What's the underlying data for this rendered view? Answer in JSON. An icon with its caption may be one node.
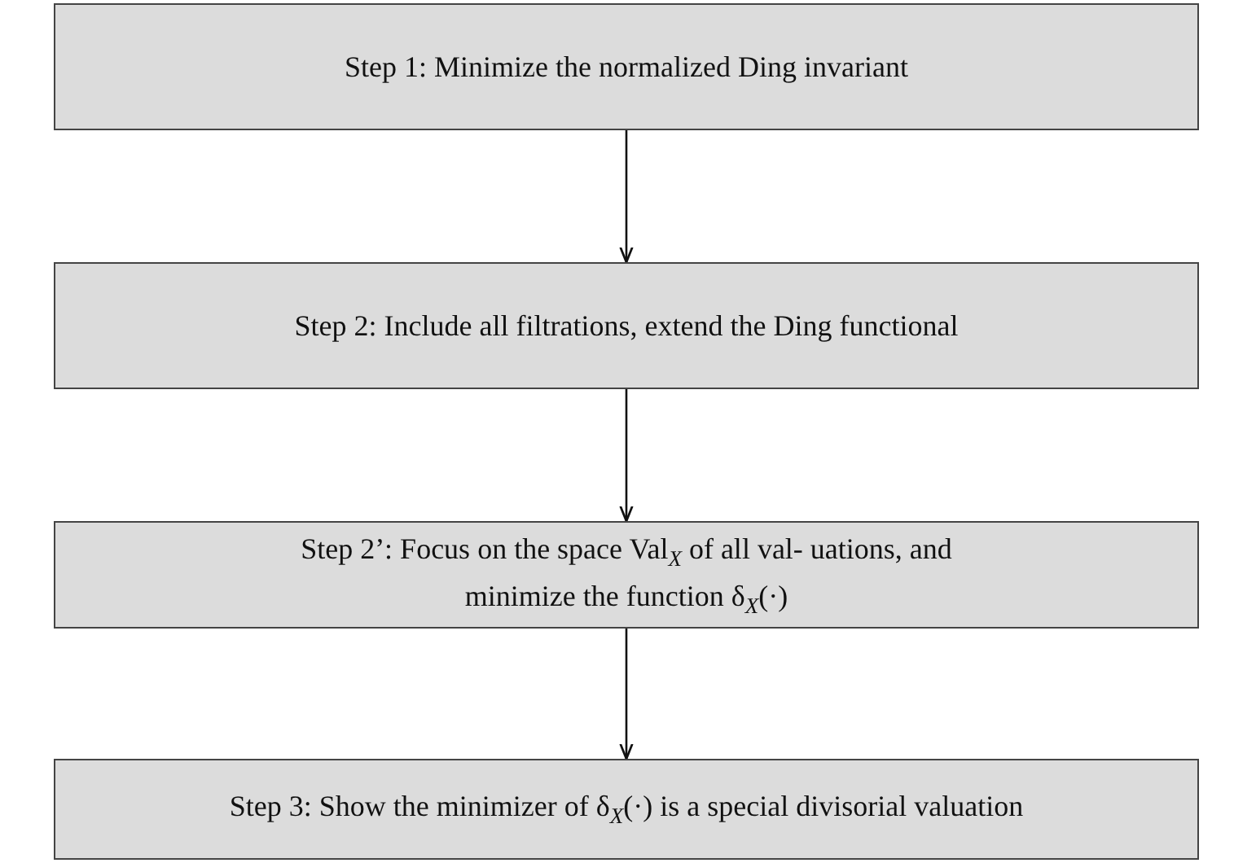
{
  "diagram": {
    "nodes": [
      {
        "text": [
          "Step 1: Minimize the normalized Ding invariant"
        ]
      },
      {
        "text": [
          "Step 2: Include all filtrations, extend the Ding functional"
        ]
      },
      {
        "text": [
          "Step 2’: Focus on the space Val$_{X}$ of all val- uations, and minimize the function δ$_{X}$(·)"
        ]
      },
      {
        "text": [
          "Step 3: Show the minimizer of δ$_{X}$(·) is a special divisorial valuation"
        ]
      }
    ],
    "edges": [
      {
        "from": 0,
        "to": 1,
        "arrow": "to"
      },
      {
        "from": 1,
        "to": 2,
        "arrow": "to"
      },
      {
        "from": 2,
        "to": 3,
        "arrow": "to"
      }
    ]
  }
}
